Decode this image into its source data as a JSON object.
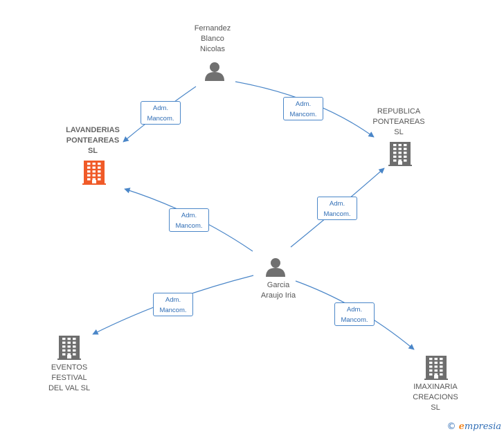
{
  "nodes": [
    {
      "id": "fernandez",
      "kind": "person",
      "label": "Fernandez\nBlanco\nNicolas"
    },
    {
      "id": "garcia",
      "kind": "person",
      "label": "Garcia\nAraujo Iria"
    },
    {
      "id": "lavanderias",
      "kind": "company",
      "highlight": true,
      "label": "LAVANDERIAS\nPONTEAREAS\nSL"
    },
    {
      "id": "republica",
      "kind": "company",
      "label": "REPUBLICA\nPONTEAREAS\nSL"
    },
    {
      "id": "eventos",
      "kind": "company",
      "label": "EVENTOS\nFESTIVAL\nDEL VAL  SL"
    },
    {
      "id": "imaxinaria",
      "kind": "company",
      "label": "IMAXINARIA\nCREACIONS\nSL"
    }
  ],
  "edges": [
    {
      "from": "fernandez",
      "to": "lavanderias",
      "label_line1": "Adm.",
      "label_line2": "Mancom."
    },
    {
      "from": "fernandez",
      "to": "republica",
      "label_line1": "Adm.",
      "label_line2": "Mancom."
    },
    {
      "from": "garcia",
      "to": "lavanderias",
      "label_line1": "Adm.",
      "label_line2": "Mancom."
    },
    {
      "from": "garcia",
      "to": "republica",
      "label_line1": "Adm.",
      "label_line2": "Mancom."
    },
    {
      "from": "garcia",
      "to": "eventos",
      "label_line1": "Adm.",
      "label_line2": "Mancom."
    },
    {
      "from": "garcia",
      "to": "imaxinaria",
      "label_line1": "Adm.",
      "label_line2": "Mancom."
    }
  ],
  "colors": {
    "edge": "#4a86c8",
    "person_icon": "#707070",
    "company_icon": "#6e6e6e",
    "highlight_icon": "#f05a28"
  },
  "watermark": {
    "copyright": "©",
    "brand_first": "e",
    "brand_rest": "mpresia"
  }
}
